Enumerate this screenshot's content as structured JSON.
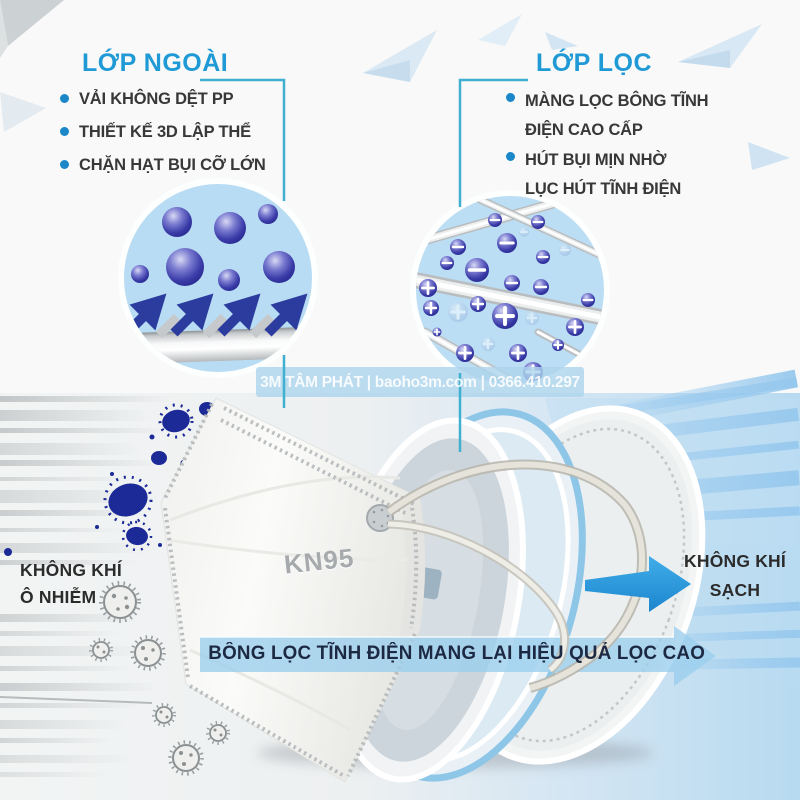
{
  "infographic": {
    "outer_layer": {
      "heading": "LỚP NGOÀI",
      "bullets": [
        "VẢI KHÔNG DỆT PP",
        "THIẾT KẾ 3D LẬP THỂ",
        "CHẶN HẠT BỤI CỠ LỚN"
      ]
    },
    "filter_layer": {
      "heading": "LỚP LỌC",
      "bullets": [
        {
          "line1": "MÀNG LỌC BÔNG TĨNH",
          "line2": "ĐIỆN CAO CẤP"
        },
        {
          "line1": "HÚT BỤI MỊN NHỜ",
          "line2": "LỤC HÚT TĨNH ĐIỆN"
        }
      ]
    },
    "airflow": {
      "polluted_line1": "KHÔNG KHÍ",
      "polluted_line2": "Ô NHIỄM",
      "clean_line1": "KHÔNG KHÍ",
      "clean_line2": "SẠCH"
    },
    "mask_print": "KN95",
    "banner_text": "BÔNG LỌC TĨNH ĐIỆN MANG LẠI HIỆU QUẢ LỌC CAO",
    "watermark": "3M TÂM PHÁT | baoho3m.com | 0366.410.297",
    "icons": [
      "magnifier-circle-outer-layer",
      "magnifier-circle-filter-layer",
      "dust-particle",
      "bounce-arrow-icon",
      "charged-particle-minus",
      "charged-particle-plus",
      "fiber-rod",
      "virus-icon",
      "germ-blob-icon",
      "paper-plane-icon",
      "clean-air-arrow",
      "banner-ribbon-arrow"
    ],
    "colors": {
      "heading_blue": "#1f9ad6",
      "bracket_teal": "#3fb0d0",
      "bullet_dot": "#1b87c9",
      "clean_air_arrow": "#2596dd",
      "particle_indigo": "#30309c",
      "banner_blue": "#9ecee9",
      "virus_navy": "#1b2a96",
      "circle_fill": "#b8dcf3"
    }
  }
}
